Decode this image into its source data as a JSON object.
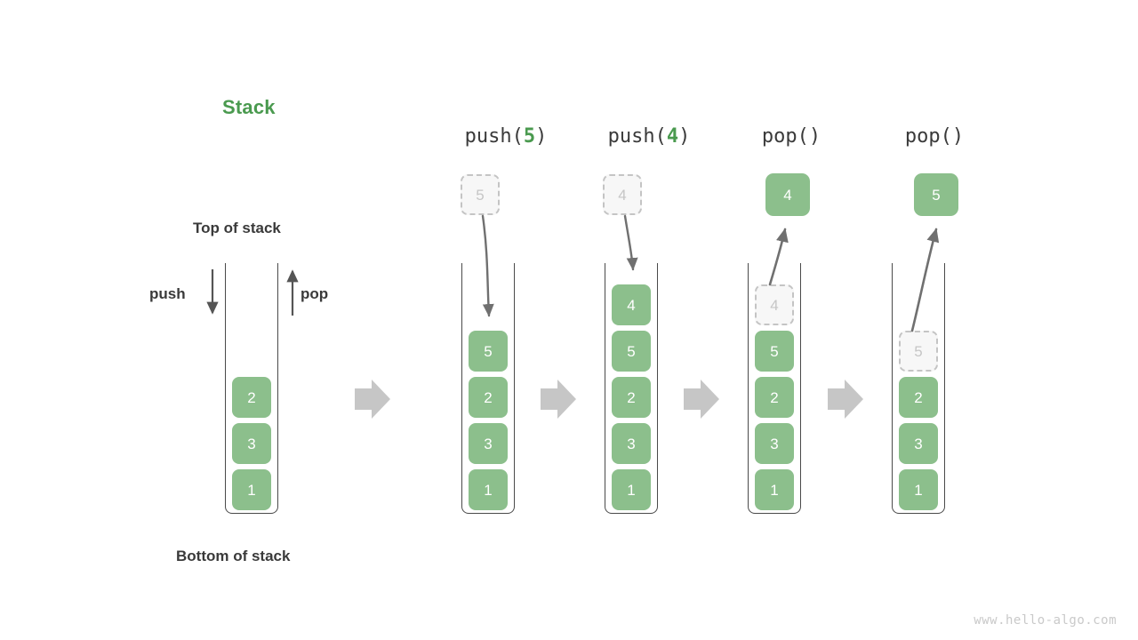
{
  "title": "Stack",
  "labels": {
    "top_of_stack": "Top of stack",
    "bottom_of_stack": "Bottom of stack",
    "push": "push",
    "pop": "pop"
  },
  "watermark": "www.hello-algo.com",
  "colors": {
    "accent_green": "#4a9a4f",
    "box_green": "#8cbf8c",
    "ghost_border": "#c4c4c4",
    "ghost_fill": "#f7f7f7",
    "ghost_text": "#c6c6c6",
    "tube_stroke": "#4a4a4a",
    "arrow_gray": "#707070",
    "separator_gray": "#c6c6c6",
    "text_dark": "#3a3a3a",
    "watermark_gray": "#c9c9c9"
  },
  "initial_stack": {
    "elements": [
      "2",
      "3",
      "1"
    ]
  },
  "steps": [
    {
      "id": "push-5",
      "header_prefix": "push(",
      "header_num": "5",
      "header_suffix": ")",
      "floating": {
        "value": "5",
        "kind": "ghost"
      },
      "elements": [
        {
          "value": "5",
          "kind": "solid"
        },
        {
          "value": "2",
          "kind": "solid"
        },
        {
          "value": "3",
          "kind": "solid"
        },
        {
          "value": "1",
          "kind": "solid"
        }
      ]
    },
    {
      "id": "push-4",
      "header_prefix": "push(",
      "header_num": "4",
      "header_suffix": ")",
      "floating": {
        "value": "4",
        "kind": "ghost"
      },
      "elements": [
        {
          "value": "4",
          "kind": "solid"
        },
        {
          "value": "5",
          "kind": "solid"
        },
        {
          "value": "2",
          "kind": "solid"
        },
        {
          "value": "3",
          "kind": "solid"
        },
        {
          "value": "1",
          "kind": "solid"
        }
      ]
    },
    {
      "id": "pop-4",
      "header_prefix": "pop(",
      "header_num": "",
      "header_suffix": ")",
      "floating": {
        "value": "4",
        "kind": "solid"
      },
      "elements": [
        {
          "value": "4",
          "kind": "ghost"
        },
        {
          "value": "5",
          "kind": "solid"
        },
        {
          "value": "2",
          "kind": "solid"
        },
        {
          "value": "3",
          "kind": "solid"
        },
        {
          "value": "1",
          "kind": "solid"
        }
      ]
    },
    {
      "id": "pop-5",
      "header_prefix": "pop(",
      "header_num": "",
      "header_suffix": ")",
      "floating": {
        "value": "5",
        "kind": "solid"
      },
      "elements": [
        {
          "value": "5",
          "kind": "ghost"
        },
        {
          "value": "2",
          "kind": "solid"
        },
        {
          "value": "3",
          "kind": "solid"
        },
        {
          "value": "1",
          "kind": "solid"
        }
      ]
    }
  ],
  "separators": [
    "flow-arrow",
    "flow-arrow",
    "flow-arrow",
    "flow-arrow"
  ]
}
